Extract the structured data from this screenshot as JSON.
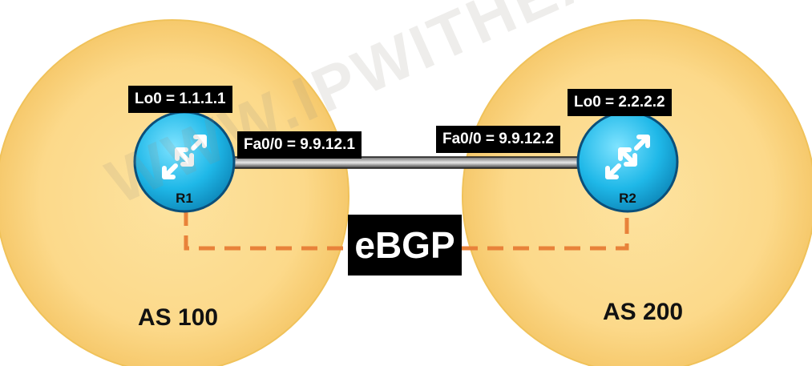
{
  "watermark": "WWW.IPWITHEASE.COM",
  "protocol_label": "eBGP",
  "as_left": {
    "label": "AS 100",
    "router": {
      "name": "R1",
      "loopback": "Lo0 = 1.1.1.1",
      "interface": "Fa0/0 = 9.9.12.1"
    }
  },
  "as_right": {
    "label": "AS 200",
    "router": {
      "name": "R2",
      "loopback": "Lo0 = 2.2.2.2",
      "interface": "Fa0/0 = 9.9.12.2"
    }
  },
  "colors": {
    "as_circle": "#fcd98a",
    "router_body": "#1fb8e8",
    "ebgp_link": "#e8823a",
    "physical_link": "#1b1b1b"
  }
}
